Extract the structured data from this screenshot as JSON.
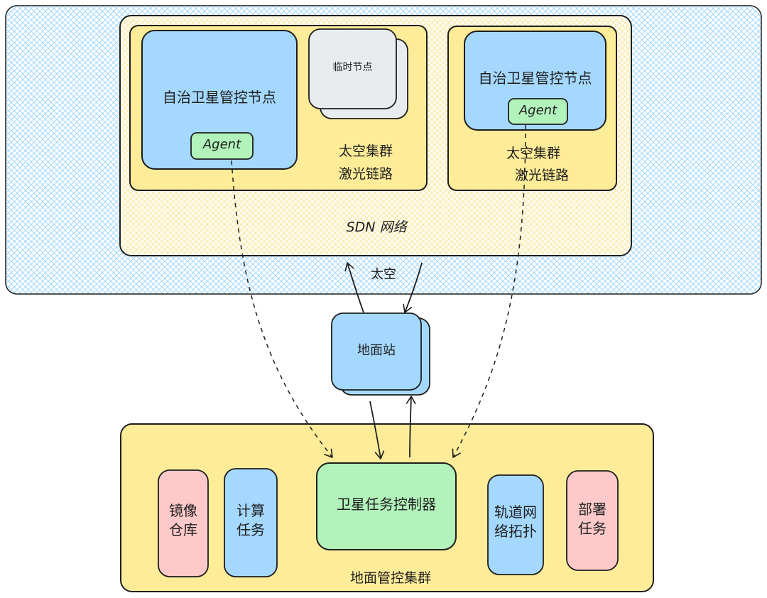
{
  "space": {
    "label": "太空",
    "sdn_network": {
      "label": "SDN 网络"
    },
    "cluster_left": {
      "node": {
        "title": "自治卫星管控节点",
        "agent": "Agent"
      },
      "temp_node": "临时节点",
      "label_line1": "太空集群",
      "label_line2": "激光链路"
    },
    "cluster_right": {
      "node": {
        "title": "自治卫星管控节点",
        "agent": "Agent"
      },
      "label_line1": "太空集群",
      "label_line2": "激光链路"
    }
  },
  "ground_station": {
    "label": "地面站"
  },
  "ground_cluster": {
    "label": "地面管控集群",
    "image_repo": {
      "line1": "镜像",
      "line2": "仓库"
    },
    "compute_tasks": {
      "line1": "计算",
      "line2": "任务"
    },
    "controller": {
      "label": "卫星任务控制器"
    },
    "orbit_topology": {
      "line1": "轨道网",
      "line2": "络拓扑"
    },
    "deploy_tasks": {
      "line1": "部署",
      "line2": "任务"
    }
  },
  "colors": {
    "blue": "#a5d8ff",
    "yellow": "#ffec99",
    "green": "#b2f2bb",
    "red": "#ffc9c9",
    "gray": "#e9ecef",
    "hatch": "#a5d8ff",
    "stroke": "#1e1e1e"
  }
}
